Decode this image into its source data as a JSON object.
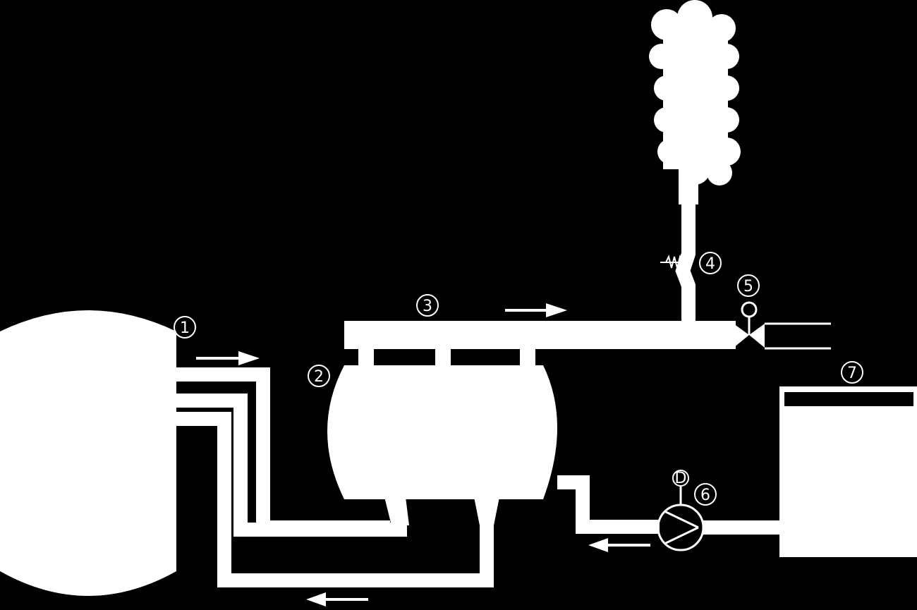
{
  "colors": {
    "background": "#000000",
    "foreground": "#ffffff"
  },
  "labels": {
    "tank": "1",
    "boiler": "2",
    "header": "3",
    "safety_valve": "4",
    "outlet_valve": "5",
    "pump": "6",
    "source_tank": "7",
    "pump_drive": "D"
  }
}
